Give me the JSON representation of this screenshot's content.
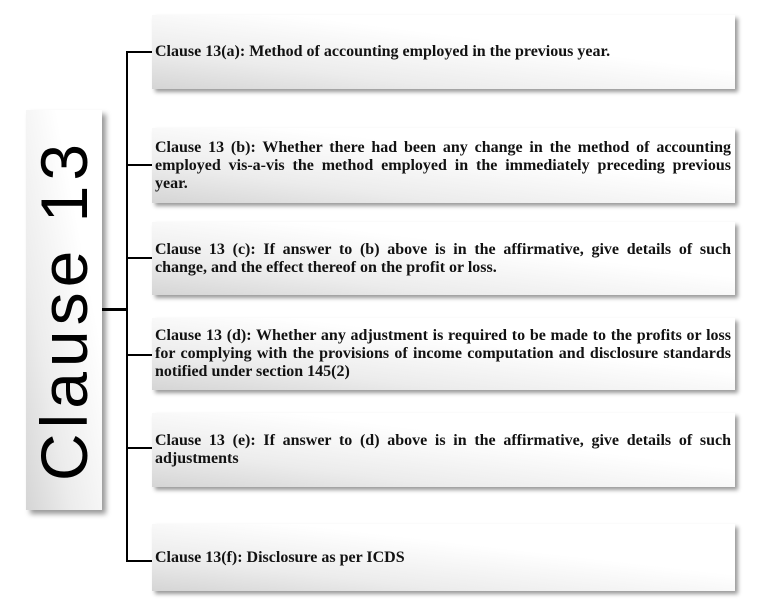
{
  "diagram": {
    "type": "hierarchy",
    "root_label": "Clause 13",
    "nodes": [
      {
        "id": "13a",
        "label": "Clause 13(a): Method of accounting employed in the previous year."
      },
      {
        "id": "13b",
        "label": "Clause 13 (b): Whether there had been any change in the method of accounting employed vis-a-vis the method employed in the immediately preceding previous year."
      },
      {
        "id": "13c",
        "label": "Clause 13 (c): If answer to (b) above is in the affirmative, give details of such change, and the effect thereof on the profit or loss."
      },
      {
        "id": "13d",
        "label": "Clause 13 (d): Whether any adjustment is required to be made to the profits or loss for complying with the provisions of income computation and disclosure standards notified under section 145(2)"
      },
      {
        "id": "13e",
        "label": "Clause 13 (e): If answer to (d) above is in the affirmative, give details of such adjustments"
      },
      {
        "id": "13f",
        "label": "Clause 13(f): Disclosure as per ICDS"
      }
    ],
    "colors": {
      "background": "#ffffff",
      "box_gradient_top": "#ffffff",
      "box_gradient_mid": "#ececec",
      "box_gradient_bottom": "#d5d5d5",
      "connector": "#000000",
      "text": "#121212",
      "shadow": "rgba(0,0,0,0.40)"
    }
  }
}
